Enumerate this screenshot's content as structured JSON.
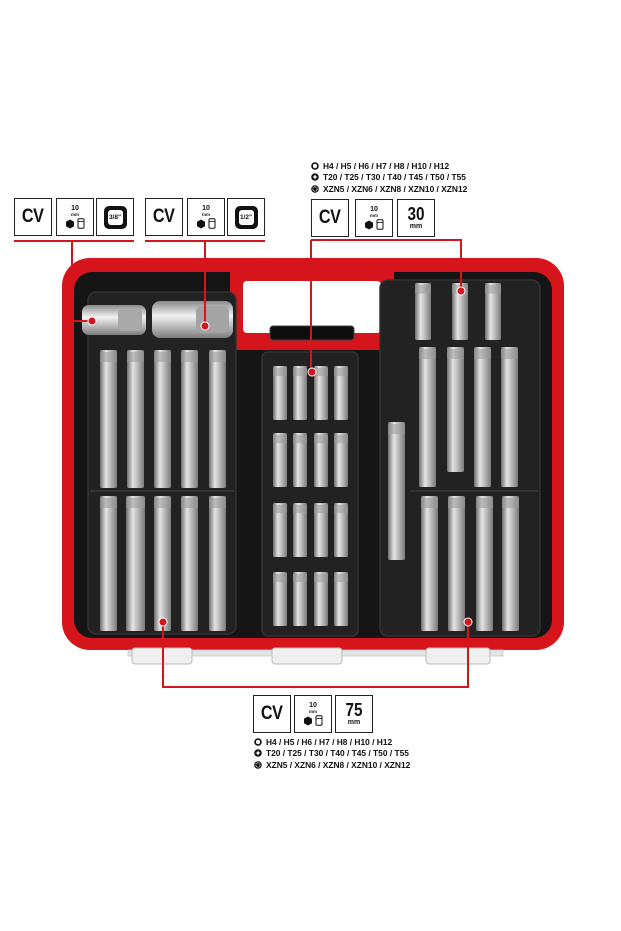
{
  "callouts": {
    "adapter_3_8": {
      "material": "CV",
      "size_top": "10",
      "size_unit": "mm",
      "drive": "3/8\""
    },
    "adapter_1_2": {
      "material": "CV",
      "size_top": "10",
      "size_unit": "mm",
      "drive": "1/2\""
    },
    "short_bits": {
      "material": "CV",
      "size_top": "10",
      "size_unit": "mm",
      "length": "30",
      "length_unit": "mm",
      "sizes": [
        {
          "icon": "hex-icon",
          "text": "H4 / H5 / H6 / H7 / H8 / H10 / H12"
        },
        {
          "icon": "torx-icon",
          "text": "T20 / T25 / T30 / T40 / T45 / T50 / T55"
        },
        {
          "icon": "spline-icon",
          "text": "XZN5 / XZN6 / XZN8 / XZN10 / XZN12"
        }
      ]
    },
    "long_bits": {
      "material": "CV",
      "size_top": "10",
      "size_unit": "mm",
      "length": "75",
      "length_unit": "mm",
      "sizes": [
        {
          "icon": "hex-icon",
          "text": "H4 / H5 / H6 / H7 / H8 / H10 / H12"
        },
        {
          "icon": "torx-icon",
          "text": "T20 / T25 / T30 / T40 / T45 / T50 / T55"
        },
        {
          "icon": "spline-icon",
          "text": "XZN5 / XZN6 / XZN8 / XZN10 / XZN12"
        }
      ]
    }
  },
  "colors": {
    "case_red": "#d6141b",
    "case_black": "#151515",
    "tray_black": "#232323",
    "bit_steel": "#c4c4c4",
    "callout_red": "#d6141b"
  }
}
